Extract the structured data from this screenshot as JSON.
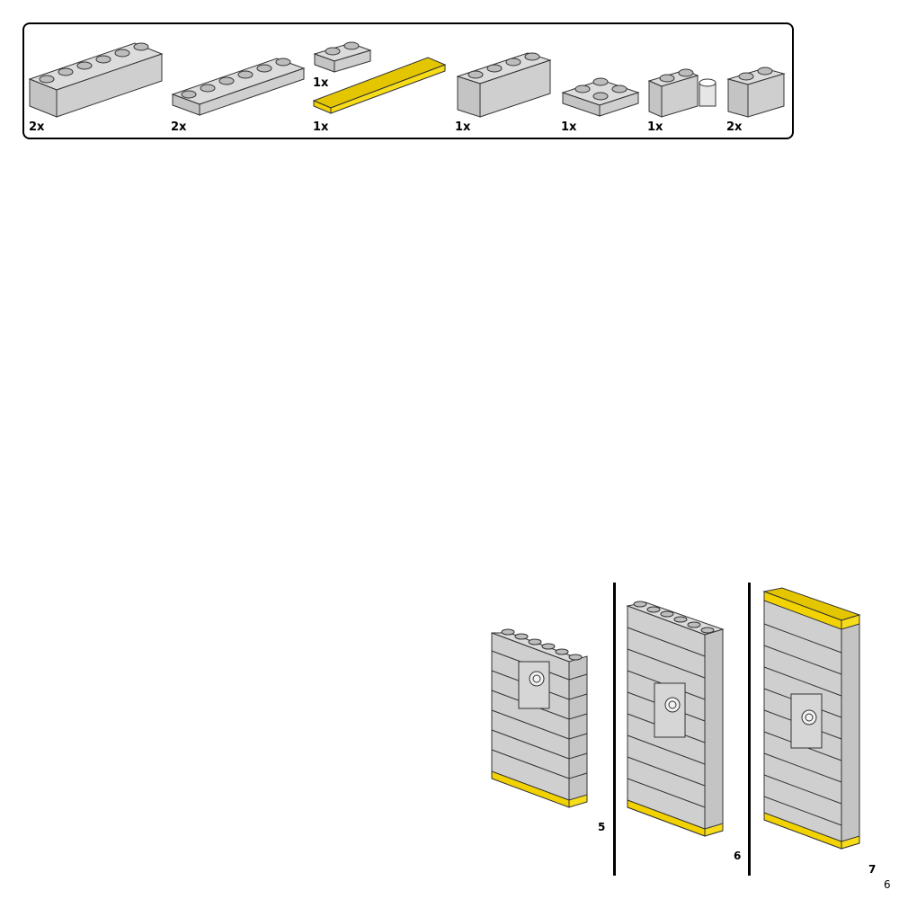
{
  "colors": {
    "light_gray": "#cfcfcf",
    "gray_dark": "#b8b8b8",
    "yellow": "#f2d200",
    "yellow_dark": "#d8b800",
    "outline": "#333333"
  },
  "parts_list": {
    "items": [
      {
        "part": "brick-1x6",
        "color": "light-gray",
        "qty": "2x"
      },
      {
        "part": "plate-1x6",
        "color": "light-gray",
        "qty": "2x"
      },
      {
        "part": "plate-1x2",
        "color": "light-gray",
        "qty": "1x"
      },
      {
        "part": "tile-1x8",
        "color": "yellow",
        "qty": "1x"
      },
      {
        "part": "brick-1x4",
        "color": "light-gray",
        "qty": "1x"
      },
      {
        "part": "plate-2x2",
        "color": "light-gray",
        "qty": "1x"
      },
      {
        "part": "hinge-brick-1x2",
        "color": "light-gray",
        "qty": "1x"
      },
      {
        "part": "brick-1x2",
        "color": "light-gray",
        "qty": "2x"
      }
    ]
  },
  "steps": [
    {
      "number": "5"
    },
    {
      "number": "6"
    },
    {
      "number": "7"
    }
  ],
  "page_number": "6"
}
